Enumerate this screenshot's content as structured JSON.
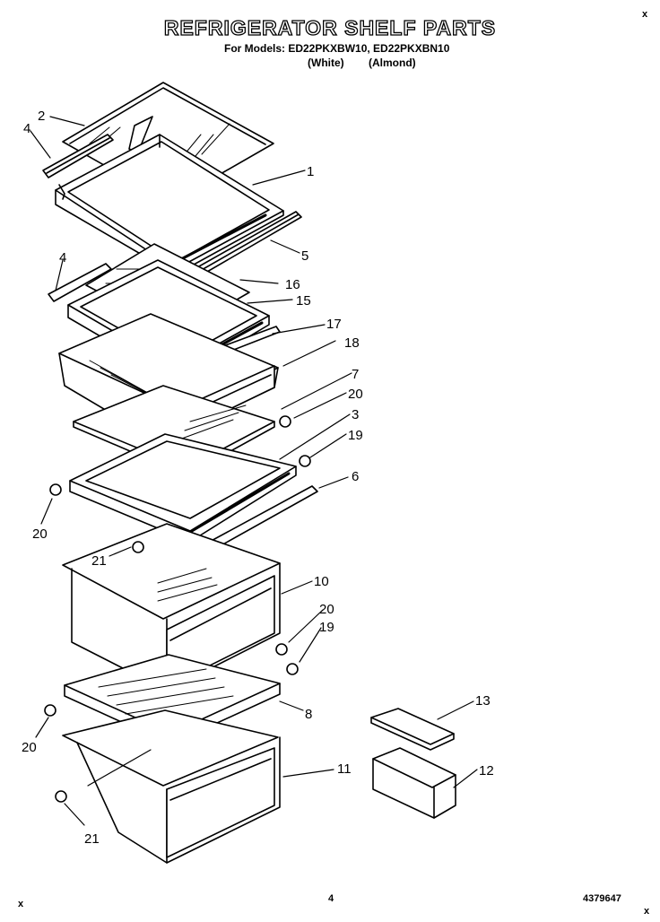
{
  "title": "REFRIGERATOR SHELF PARTS",
  "models_line": "For Models: ED22PKXBW10, ED22PKXBN10",
  "variants": [
    "(White)",
    "(Almond)"
  ],
  "callouts": [
    "1",
    "2",
    "3",
    "4",
    "4",
    "5",
    "6",
    "7",
    "8",
    "10",
    "11",
    "12",
    "13",
    "15",
    "16",
    "17",
    "18",
    "19",
    "19",
    "20",
    "20",
    "20",
    "20",
    "21",
    "21"
  ],
  "page_number": "4",
  "document_number": "4379647",
  "corner_marks": [
    "x",
    "x",
    "x"
  ]
}
